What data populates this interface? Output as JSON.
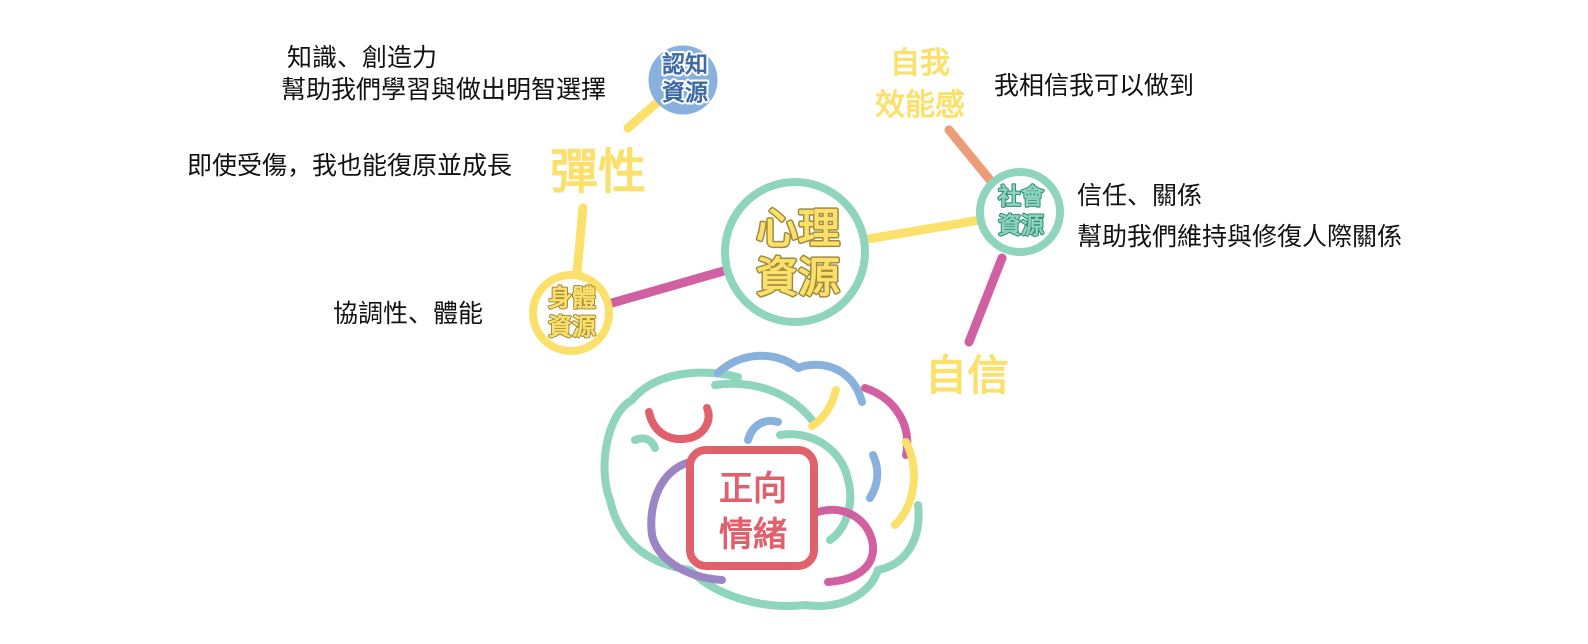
{
  "diagram": {
    "center": {
      "line1": "心理",
      "line2": "資源"
    },
    "cognitive": {
      "line1": "認知",
      "line2": "資源",
      "desc1": "知識、創造力",
      "desc2": "幫助我們學習與做出明智選擇"
    },
    "resilience": {
      "label": "彈性",
      "desc": "即使受傷，我也能復原並成長"
    },
    "physical": {
      "line1": "身體",
      "line2": "資源",
      "desc": "協調性、體能"
    },
    "efficacy": {
      "line1": "自我",
      "line2": "效能感",
      "desc": "我相信我可以做到"
    },
    "social": {
      "line1": "社會",
      "line2": "資源",
      "desc1": "信任、關係",
      "desc2": "幫助我們維持與修復人際關係"
    },
    "confidence": {
      "label": "自信"
    },
    "emotion": {
      "line1": "正向",
      "line2": "情緒"
    }
  },
  "colors": {
    "teal": "#8fd4bd",
    "yellow": "#fbe16b",
    "blue": "#89b1de",
    "pink": "#d160a2",
    "orange": "#ec9c76",
    "red": "#e0606c",
    "purple": "#9b85c4",
    "dark_blue": "#3c6aa6",
    "dark_teal": "#2c8a76",
    "text": "#111111"
  }
}
